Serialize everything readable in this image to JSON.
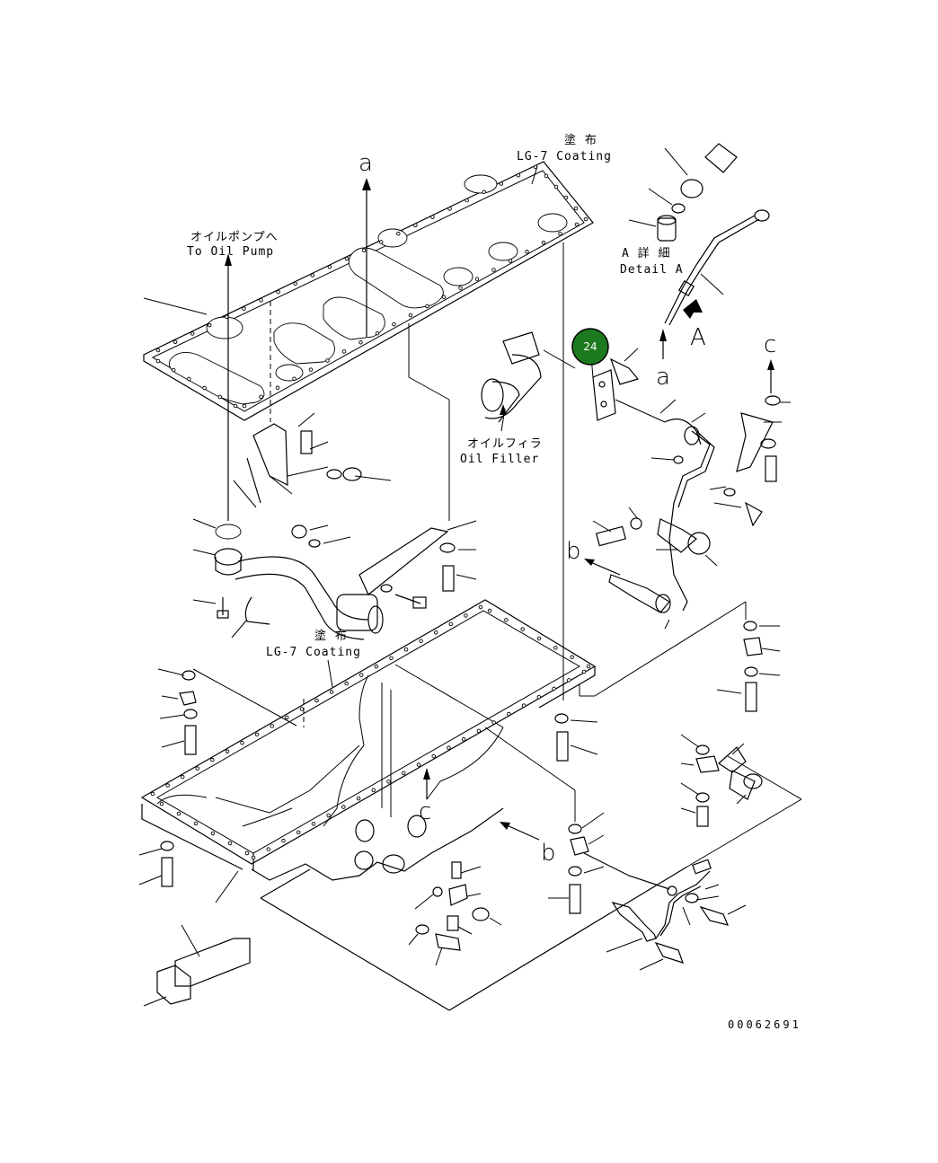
{
  "labels": {
    "coating_jp_top": "塗 布",
    "coating_en_top": "LG-7 Coating",
    "oil_pump_jp": "オイルポンプへ",
    "oil_pump_en": "To Oil Pump",
    "oil_filler_jp": "オイルフィラ",
    "oil_filler_en": "Oil Filler",
    "detail_jp": "A 詳 細",
    "detail_en": "Detail A",
    "coating_jp_mid": "塗 布",
    "coating_en_mid": "LG-7 Coating",
    "ref_a_top": "a",
    "ref_a_detail": "a",
    "ref_A": "A",
    "ref_c_right": "c",
    "ref_c_mid": "c",
    "ref_b_left": "b",
    "ref_b_bottom": "b"
  },
  "callout": {
    "number": "24",
    "color": "#1e7a1e"
  },
  "drawing_number": "00062691"
}
